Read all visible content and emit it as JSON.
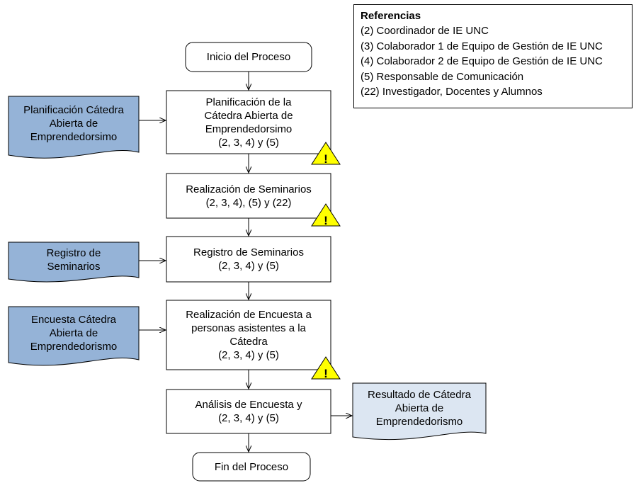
{
  "nodes": {
    "start": {
      "lines": [
        "Inicio del Proceso"
      ]
    },
    "step_planificacion": {
      "lines": [
        "Planificación de la",
        "Cátedra Abierta de",
        "Emprendedorsimo",
        "(2, 3, 4) y (5)"
      ]
    },
    "step_seminarios": {
      "lines": [
        "Realización de Seminarios",
        "(2, 3, 4), (5) y (22)"
      ]
    },
    "step_registro": {
      "lines": [
        "Registro de Seminarios",
        "(2, 3, 4) y (5)"
      ]
    },
    "step_encuesta": {
      "lines": [
        "Realización de Encuesta a",
        "personas  asistentes a la",
        "Cátedra",
        "(2, 3, 4) y (5)"
      ]
    },
    "step_analisis": {
      "lines": [
        "Análisis de Encuesta y",
        "(2, 3, 4) y (5)"
      ]
    },
    "end": {
      "lines": [
        "Fin del Proceso"
      ]
    },
    "doc_planificacion": {
      "lines": [
        "Planificación Cátedra",
        "Abierta  de",
        "Emprendedorsimo"
      ]
    },
    "doc_registro": {
      "lines": [
        "Registro de",
        "Seminarios"
      ]
    },
    "doc_encuesta": {
      "lines": [
        "Encuesta Cátedra",
        "Abierta de",
        "Emprendedorismo"
      ]
    },
    "doc_resultado": {
      "lines": [
        "Resultado de Cátedra",
        "Abierta de",
        "Emprendedorismo"
      ]
    }
  },
  "legend": {
    "title": "Referencias",
    "items": [
      "(2) Coordinador de IE UNC",
      "(3) Colaborador 1 de Equipo de Gestión de IE UNC",
      "(4) Colaborador 2 de Equipo de Gestión de IE UNC",
      "(5) Responsable de Comunicación",
      "(22) Investigador, Docentes y Alumnos"
    ]
  },
  "warning_symbol": "!",
  "colors": {
    "input_document_fill": "#95B3D7",
    "output_document_fill": "#DCE6F2",
    "warning_fill": "#FFFF00"
  }
}
